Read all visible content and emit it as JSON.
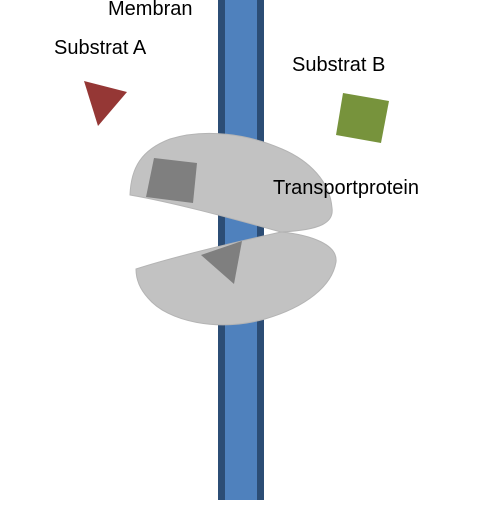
{
  "labels": {
    "membrane": "Membran",
    "substrate_a": "Substrat A",
    "substrate_b": "Substrat B",
    "transport_protein": "Transportprotein"
  },
  "colors": {
    "membrane_fill": "#4f81bd",
    "membrane_edge": "#2c4d75",
    "protein_fill": "#c2c2c2",
    "protein_edge": "#b0b0b0",
    "pocket_shape": "#7f7f7f",
    "substrate_a": "#953735",
    "substrate_b": "#77933c",
    "background": "#ffffff"
  },
  "shapes": {
    "substrate_a": "triangle",
    "substrate_b": "square",
    "protein_square_pocket": "square",
    "protein_triangle_pocket": "triangle"
  }
}
